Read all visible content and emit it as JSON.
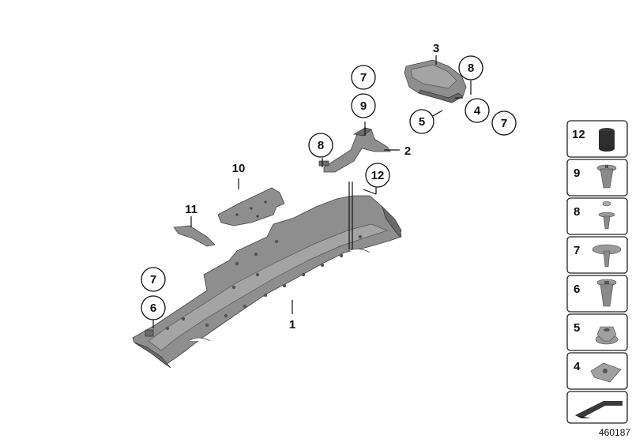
{
  "callouts": {
    "c1": "1",
    "c2": "2",
    "c3": "3",
    "c4": "4",
    "c5": "5",
    "c6": "6",
    "c7a": "7",
    "c7b": "7",
    "c7c": "7",
    "c8a": "8",
    "c8b": "8",
    "c9": "9",
    "c10": "10",
    "c11": "11",
    "c12": "12"
  },
  "legend": {
    "items": [
      {
        "label": "12",
        "icon": "bump-stop-icon"
      },
      {
        "label": "9",
        "icon": "expanding-rivet-icon"
      },
      {
        "label": "8",
        "icon": "push-rivet-icon"
      },
      {
        "label": "7",
        "icon": "body-clip-icon"
      },
      {
        "label": "6",
        "icon": "expanding-nut-icon"
      },
      {
        "label": "5",
        "icon": "hex-nut-icon"
      },
      {
        "label": "4",
        "icon": "spring-nut-icon"
      }
    ],
    "arrow_icon": "direction-arrow-icon"
  },
  "doc_number": "460187"
}
